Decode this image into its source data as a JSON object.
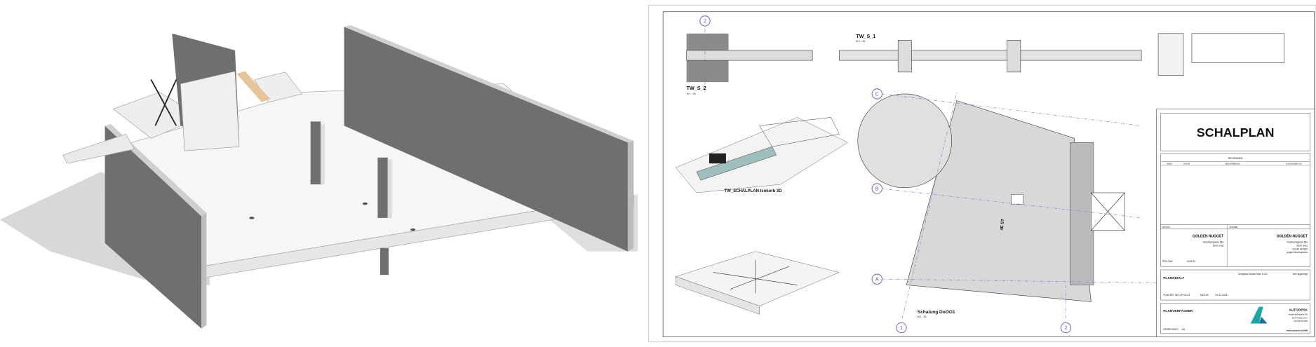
{
  "model_view": {
    "label": ""
  },
  "sheet": {
    "title": "SCHALPLAN",
    "revisions_header": "REVISIONEN",
    "revisions_columns": [
      "INDEX",
      "DATUM",
      "BESCHREIBUNG",
      "AUSGEGEBEN AN"
    ],
    "views": {
      "tw_s_2": {
        "name": "TW_S_2",
        "scale": "M 1 : 20"
      },
      "tw_s_1": {
        "name": "TW_S_1",
        "scale": "M 1 : 20"
      },
      "isokorb_3d": {
        "name": "TW_SCHALPLAN Isokorb 3D"
      },
      "schalung": {
        "name": "Schalung DoOG1",
        "scale": "M 1 : 50"
      }
    },
    "grid_bubbles": [
      "2",
      "C",
      "B",
      "A",
      "1",
      "2"
    ],
    "plan_label": "4E ST",
    "project": {
      "label": "PROJEKT",
      "name": "GOLDEN NUGGET",
      "address1": "Grazbachgasse 65a",
      "address2": "8010 Graz",
      "project_nr_label": "PROJ.NR.",
      "project_nr": "2018-03"
    },
    "client": {
      "label": "BAUHERR",
      "name": "GOLDEN NUGGET",
      "address1": "Grazbachgasse 65a",
      "address2": "8010 Graz",
      "phone": "+49 89 547690",
      "role": "project development"
    },
    "content": {
      "label": "PLANINHALT",
      "description": "Schalplan Decke über 1.OG",
      "scale": "Wie angezeigt",
      "plan_nr_label": "PLAN-NR.",
      "plan_nr": "ING-LPH 5-03",
      "date_label": "DATUM",
      "date": "04-03-2018"
    },
    "author": {
      "label": "PLANVERFASSER",
      "company": "AUTODESK",
      "address1": "Aidenbachstraße 56",
      "address2": "81379 München",
      "phone": "+49 89 547690",
      "drawn_label": "GEZEICHNET:",
      "drawn_by": "AD",
      "web": "www.autodesk.de/BIM",
      "logo_color": "#1aa6a6"
    }
  },
  "colors": {
    "wall_dark": "#6f6f6f",
    "slab": "#f4f4f4",
    "shadow": "#d9d9d9",
    "grid_bubble": "#6a5acd",
    "plan_fill": "#d8d8d8",
    "isokorb_teal": "#9fbfbf",
    "beam_orange": "#e8c49a"
  }
}
